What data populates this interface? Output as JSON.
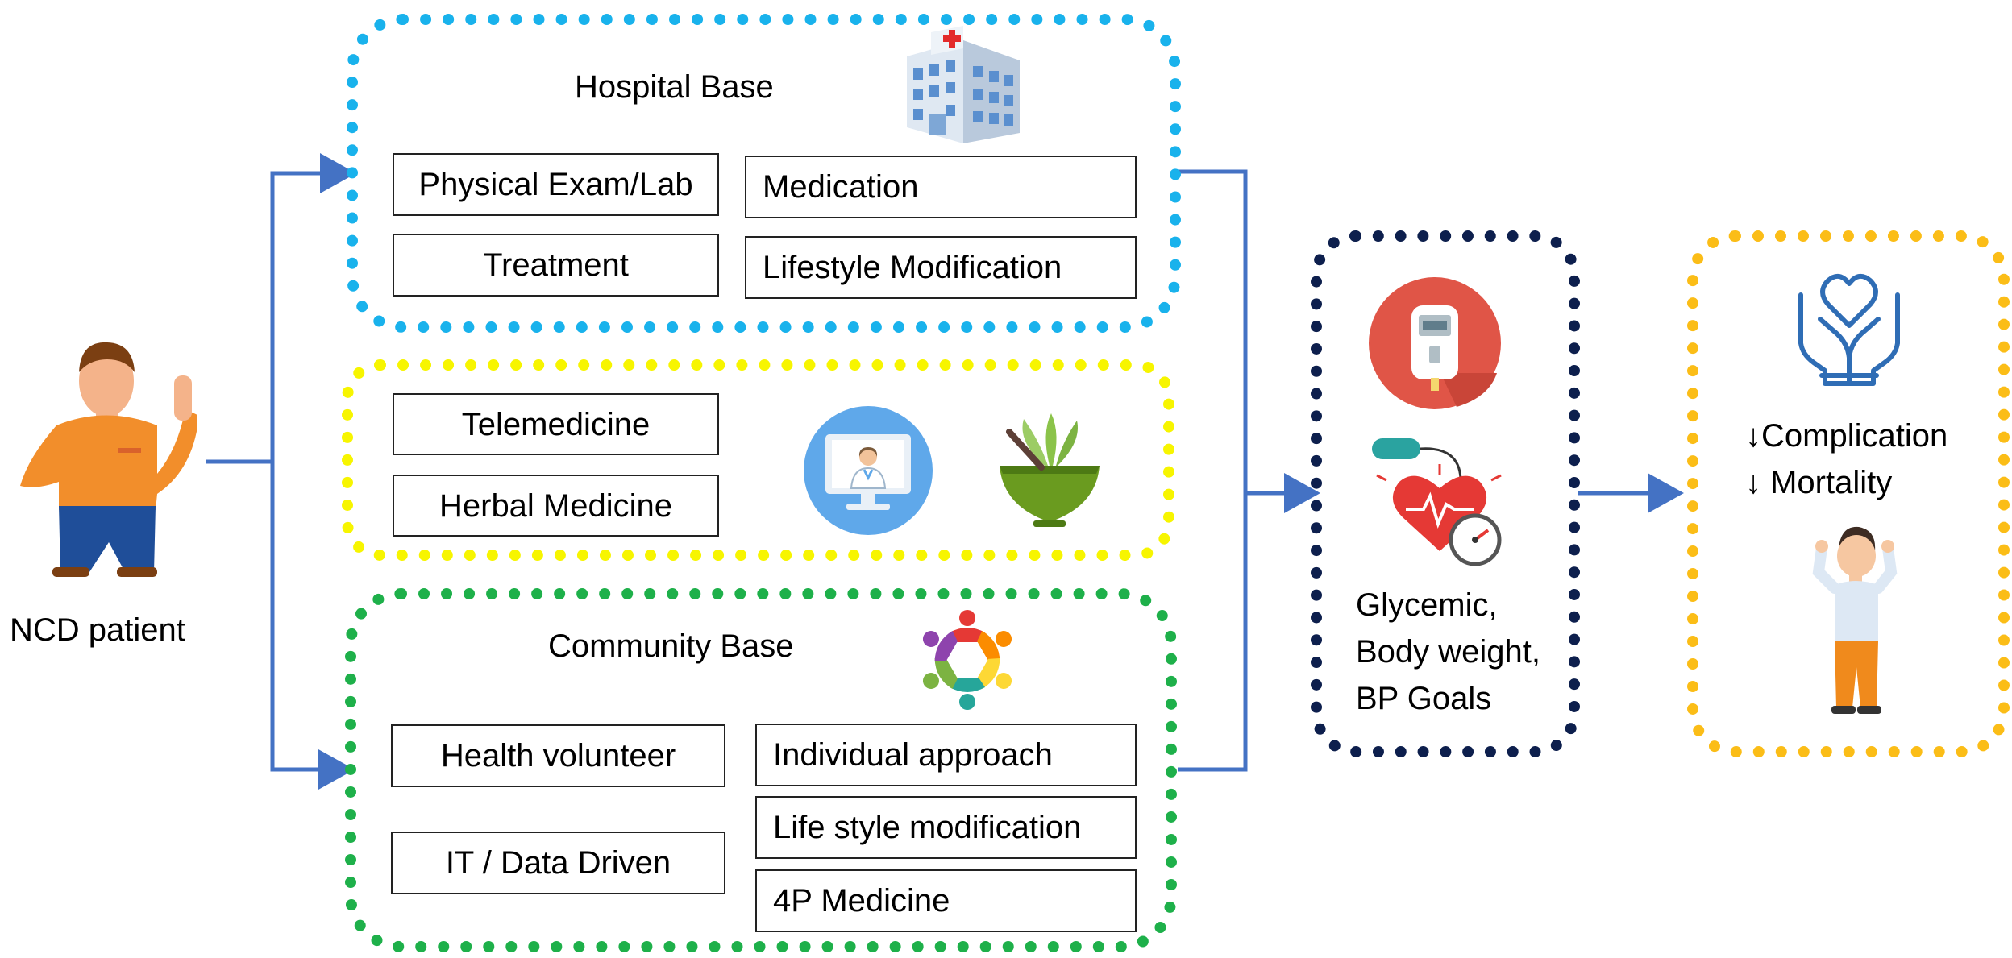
{
  "patient": {
    "label": "NCD patient",
    "icon": "person-icon"
  },
  "hospital": {
    "title": "Hospital Base",
    "icon": "hospital-building-icon",
    "color": "#19b2ec",
    "items": [
      "Physical Exam/Lab",
      "Medication",
      "Treatment",
      "Lifestyle Modification"
    ]
  },
  "middle": {
    "color": "#f7f500",
    "items": [
      "Telemedicine",
      "Herbal Medicine"
    ],
    "icons": [
      "telemedicine-monitor-icon",
      "herbal-mortar-icon"
    ]
  },
  "community": {
    "title": "Community Base",
    "icon": "community-circle-icon",
    "color": "#1eb04a",
    "items": [
      "Health volunteer",
      "IT / Data Driven",
      "Individual approach",
      "Life style modification",
      "4P Medicine"
    ]
  },
  "goals": {
    "color": "#0d1f4d",
    "icons": [
      "glucometer-icon",
      "blood-pressure-heart-icon"
    ],
    "lines": [
      "Glycemic,",
      "Body weight,",
      "BP Goals"
    ]
  },
  "outcome": {
    "color": "#fbbd17",
    "icons": [
      "heart-hands-icon",
      "healthy-person-icon"
    ],
    "lines": [
      "↓Complication",
      "↓ Mortality"
    ]
  },
  "connector_color": "#4472c4"
}
